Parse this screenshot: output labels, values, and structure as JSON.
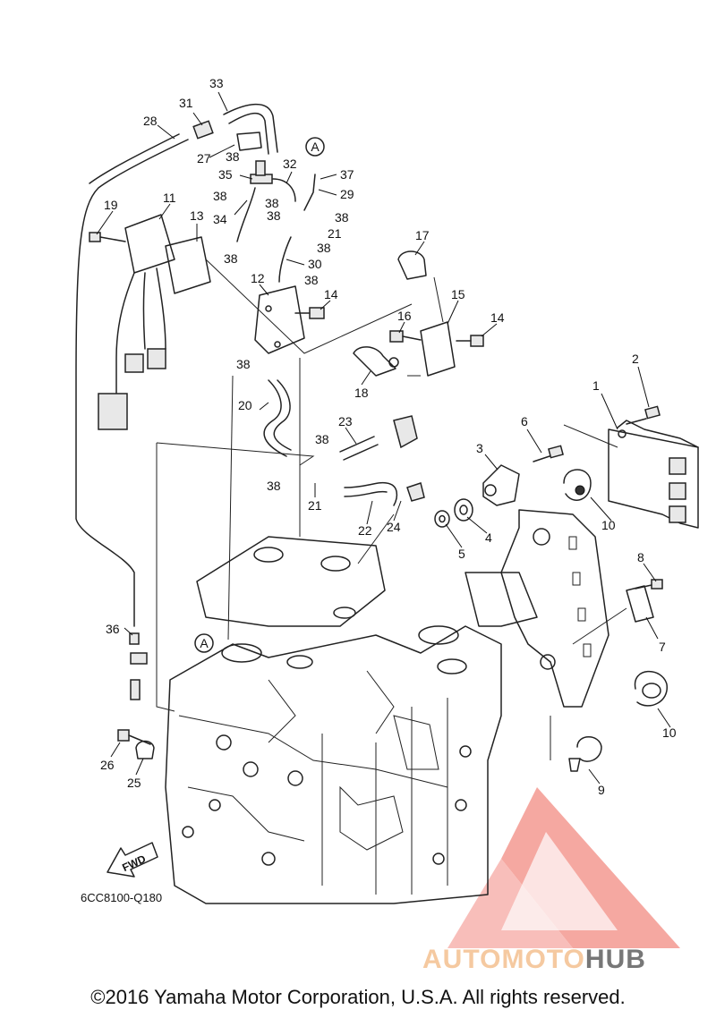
{
  "diagram": {
    "callouts": [
      "1",
      "2",
      "3",
      "4",
      "5",
      "6",
      "7",
      "8",
      "9",
      "10",
      "10",
      "11",
      "12",
      "13",
      "14",
      "14",
      "15",
      "16",
      "17",
      "18",
      "19",
      "20",
      "21",
      "21",
      "22",
      "23",
      "24",
      "25",
      "26",
      "27",
      "28",
      "29",
      "30",
      "31",
      "32",
      "33",
      "34",
      "35",
      "36",
      "37",
      "38",
      "38",
      "38",
      "38",
      "38",
      "38",
      "38",
      "38",
      "38",
      "38",
      "38"
    ],
    "reference_marks": [
      "A",
      "A"
    ],
    "fwd_label": "FWD",
    "code": "6CC8100-Q180"
  },
  "footer": {
    "copyright": "©2016 Yamaha Motor Corporation, U.S.A. All rights reserved."
  },
  "brand": {
    "part1": "AUTOMOTO",
    "part2": "HUB",
    "logo_color": "#f28b82",
    "accent_color": "#f5c9a0",
    "secondary_color": "#777777"
  }
}
